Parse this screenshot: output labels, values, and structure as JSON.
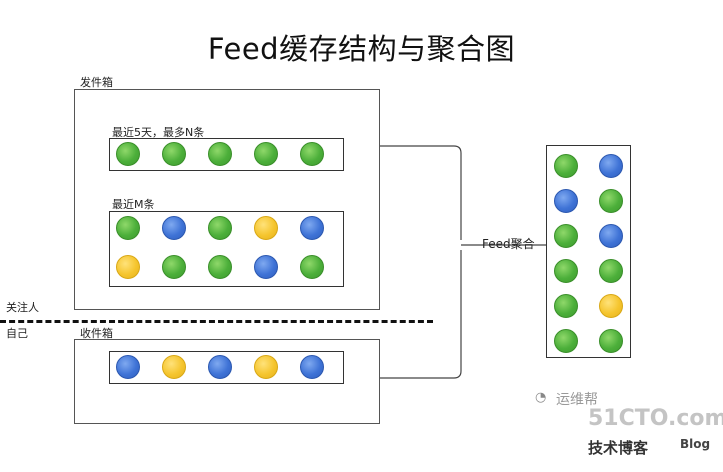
{
  "title": "Feed缓存结构与聚合图",
  "outbox": {
    "label": "发件箱",
    "row1_label": "最近5天，最多N条",
    "row1_dots": [
      "green",
      "green",
      "green",
      "green",
      "green"
    ],
    "row2_label": "最近M条",
    "row2_dots_top": [
      "green",
      "blue",
      "green",
      "yellow",
      "blue"
    ],
    "row2_dots_bottom": [
      "yellow",
      "green",
      "green",
      "blue",
      "green"
    ]
  },
  "divider": {
    "upper_label": "关注人",
    "lower_label": "自己"
  },
  "inbox": {
    "label": "收件箱",
    "dots": [
      "blue",
      "yellow",
      "blue",
      "yellow",
      "blue"
    ]
  },
  "aggregate": {
    "label": "Feed聚合",
    "rows": [
      [
        "green",
        "blue"
      ],
      [
        "blue",
        "green"
      ],
      [
        "green",
        "blue"
      ],
      [
        "green",
        "green"
      ],
      [
        "green",
        "yellow"
      ],
      [
        "green",
        "green"
      ]
    ]
  },
  "watermarks": {
    "wechat": "运维帮",
    "site": "51CTO.com",
    "blog_cn": "技术博客",
    "blog_en": "Blog"
  }
}
